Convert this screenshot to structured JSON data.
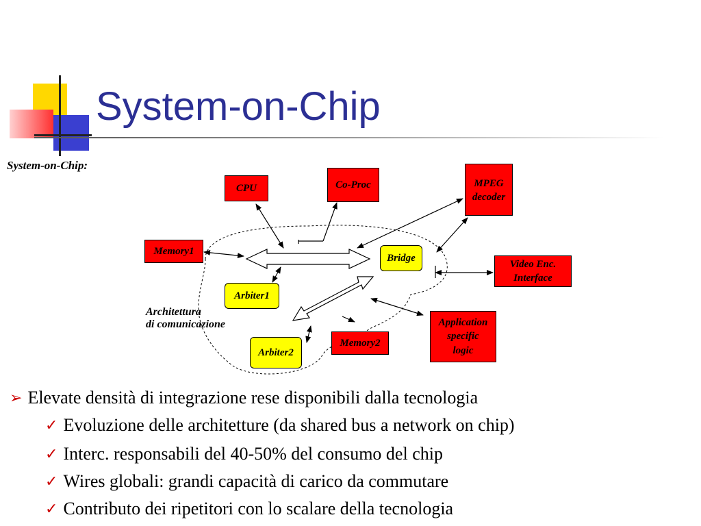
{
  "title": "System-on-Chip",
  "subtitle": "System-on-Chip:",
  "diagram": {
    "blocks": {
      "cpu": "CPU",
      "coproc": "Co-Proc",
      "mpeg_line1": "MPEG",
      "mpeg_line2": "decoder",
      "memory1": "Memory1",
      "bridge": "Bridge",
      "video_line1": "Video Enc.",
      "video_line2": "Interface",
      "arbiter1": "Arbiter1",
      "app_line1": "Application",
      "app_line2": "specific",
      "app_line3": "logic",
      "memory2": "Memory2",
      "arbiter2": "Arbiter2"
    },
    "arch_label_line1": "Architettura",
    "arch_label_line2": "di comunicazione",
    "colors": {
      "ip_block": "#ff0000",
      "arbiter_block": "#ffff00",
      "title": "#2b2f94"
    }
  },
  "bullets": {
    "main": "Elevate densità di integrazione rese disponibili dalla tecnologia",
    "sub": [
      "Evoluzione delle architetture (da shared bus a network on chip)",
      "Interc. responsabili del 40-50% del consumo del chip",
      "Wires globali: grandi capacità di carico da commutare",
      "Contributo dei ripetitori con lo scalare della tecnologia"
    ],
    "bullet_icon": "arrow-bullet-icon",
    "check_icon": "checkmark-icon"
  }
}
